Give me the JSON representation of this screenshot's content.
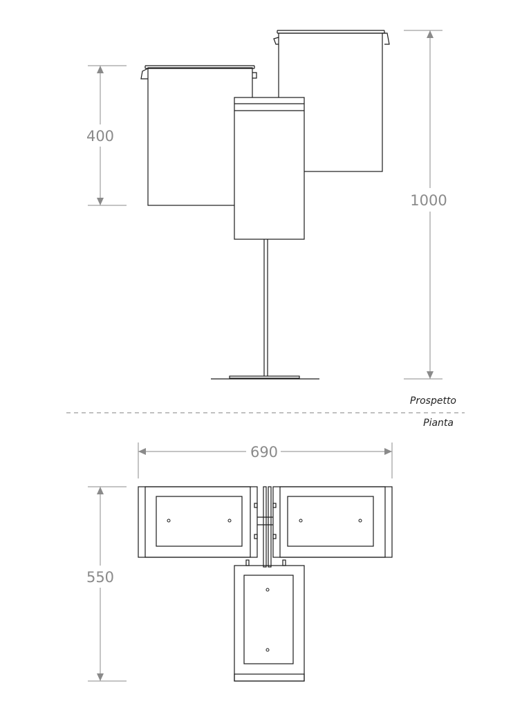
{
  "dimensions": {
    "bin_height": "400",
    "total_height": "1000",
    "total_width": "690",
    "total_depth": "550"
  },
  "views": {
    "elevation": "Prospetto",
    "plan": "Pianta"
  },
  "colors": {
    "ink": "#1a1a1a",
    "dimension": "#8a8a8a",
    "separator": "#9a9a9a"
  }
}
